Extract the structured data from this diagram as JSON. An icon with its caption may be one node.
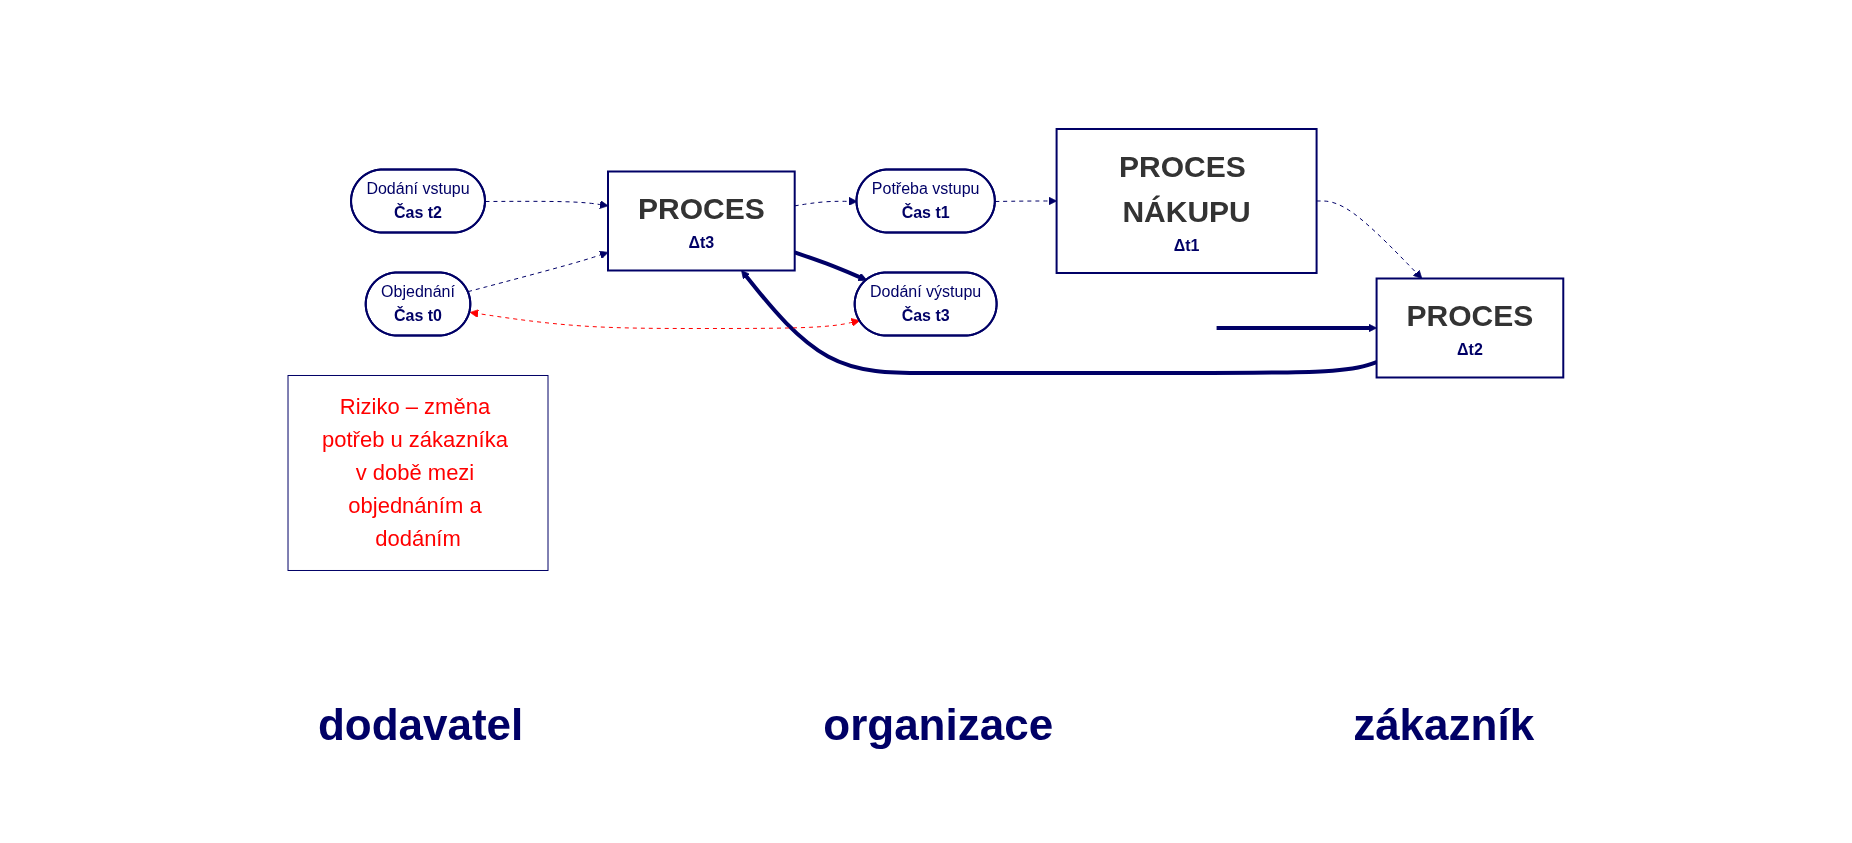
{
  "diagram": {
    "nodes": [
      {
        "text": [
          "PROCES NÁKUPU",
          "Δt1"
        ]
      },
      {
        "text": [
          "Potřeba vstupu",
          "Čas t1"
        ]
      },
      {
        "text": [
          "Riziko – změna potřeb u zákazníka v době mezi objednáním a dodáním"
        ]
      },
      {
        "text": [
          "Dodání vstupu",
          "Čas t2"
        ]
      },
      {
        "text": [
          "Objednání",
          "Čas t0"
        ]
      },
      {
        "text": [
          "PROCES",
          "Δt2"
        ]
      },
      {
        "text": [
          "PROCES",
          "Δt3"
        ]
      },
      {
        "text": [
          "Dodání výstupu",
          "Čas t3"
        ]
      }
    ],
    "edges": [
      {
        "from": 1,
        "to": 0,
        "arrow": "to",
        "style": "dashed"
      },
      {
        "from": 0,
        "to": 5,
        "arrow": "to",
        "style": "dashed"
      },
      {
        "from": 3,
        "to": 6,
        "arrow": "to",
        "style": "dashed"
      },
      {
        "from": 4,
        "to": 6,
        "arrow": "to",
        "style": "dashed"
      },
      {
        "from": 6,
        "to": 1,
        "arrow": "to",
        "style": "dashed"
      },
      {
        "from": null,
        "to": 5,
        "arrow": "to",
        "style": "thick"
      },
      {
        "from": 5,
        "to": 6,
        "arrow": "to",
        "style": "thick"
      },
      {
        "from": 6,
        "to": 7,
        "arrow": "to",
        "style": "thick"
      },
      {
        "from": 4,
        "to": 7,
        "arrow": "both",
        "style": "dashed",
        "color": "#ff0000"
      }
    ],
    "labels": [
      "dodavatel",
      "organizace",
      "zákazník"
    ]
  }
}
